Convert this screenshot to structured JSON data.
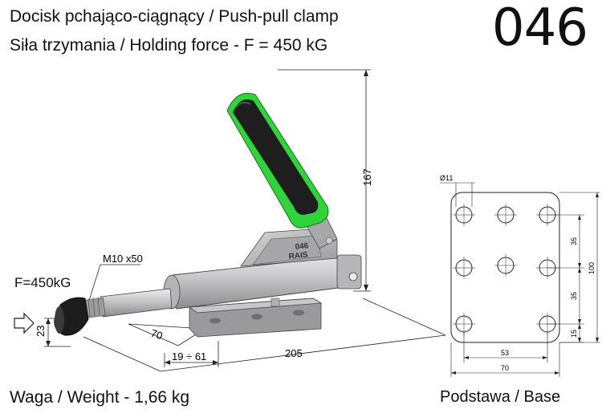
{
  "header": {
    "title_line1": "Docisk pchająco-ciągnący / Push-pull clamp",
    "title_line2": "Siła trzymania / Holding force - F = 450 kG",
    "product_code": "046"
  },
  "footer": {
    "weight": "Waga / Weight - 1,66 kg",
    "base_label": "Podstawa / Base"
  },
  "clamp": {
    "force_label": "F=450kG",
    "thread_label": "M10 x50",
    "body_marking_line1": "046",
    "body_marking_line2": "RAIS",
    "colors": {
      "handle_green": "#2fd33a",
      "handle_grip": "#1e1e1e",
      "body_metal": "#c4c4c6"
    },
    "dims": {
      "height": "167",
      "left_height": "23",
      "base_depth": "70",
      "stroke": "19 ÷ 61",
      "length": "205"
    }
  },
  "base_plate": {
    "hole_dia": "Ø11",
    "dims": {
      "spacing_upper": "35",
      "spacing_lower": "35",
      "bottom_offset": "15",
      "total_height": "100",
      "hole_spacing_width": "53",
      "total_width": "70"
    }
  }
}
